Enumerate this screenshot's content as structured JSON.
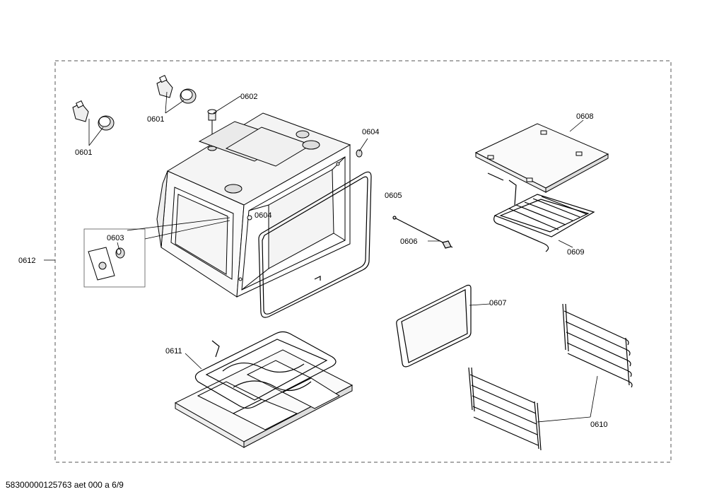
{
  "labels": {
    "l0601a": "0601",
    "l0601b": "0601",
    "l0602": "0602",
    "l0603": "0603",
    "l0604a": "0604",
    "l0604b": "0604",
    "l0605": "0605",
    "l0606": "0606",
    "l0607": "0607",
    "l0608": "0608",
    "l0609": "0609",
    "l0610": "0610",
    "l0611": "0611",
    "l0612": "0612"
  },
  "footer": "58300000125763 aet 000 a 6/9",
  "colors": {
    "line": "#000000",
    "dash": "#555555",
    "fill": "#ffffff",
    "shade": "#dddddd"
  }
}
